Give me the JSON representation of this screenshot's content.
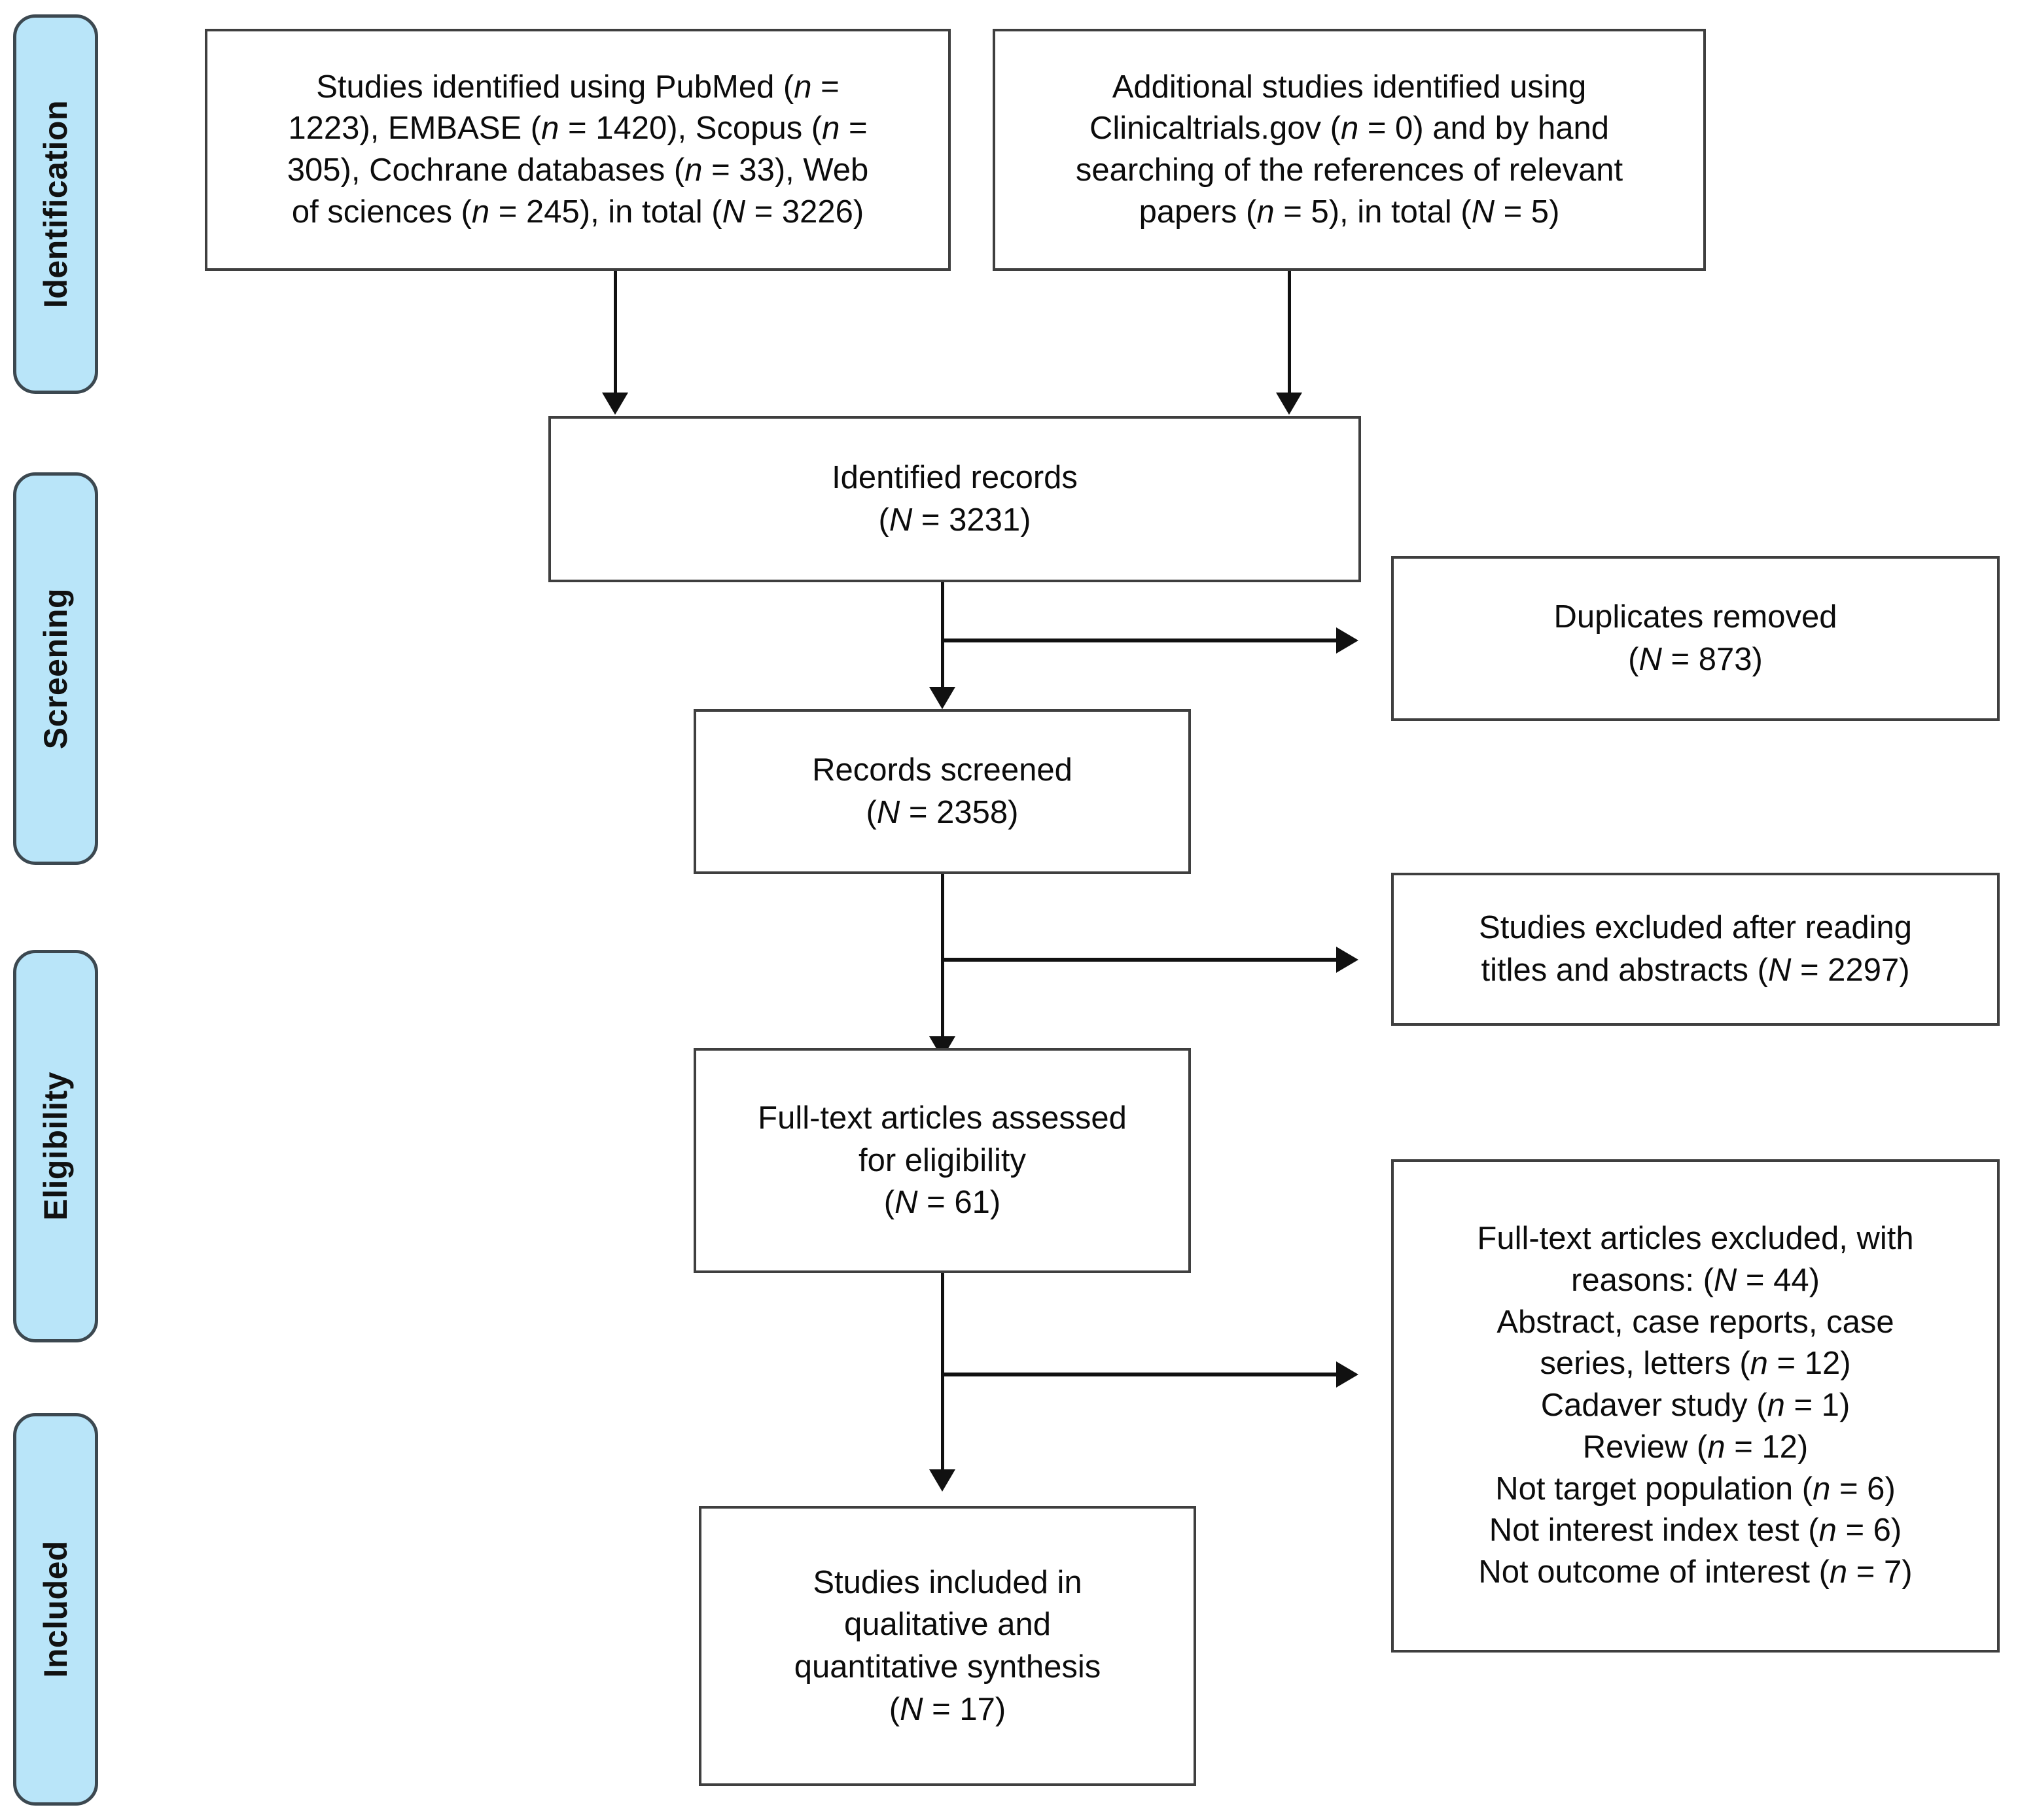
{
  "diagram": {
    "type": "prisma-flow-diagram",
    "stages": [
      {
        "id": "identification",
        "label": "Identification"
      },
      {
        "id": "screening",
        "label": "Screening"
      },
      {
        "id": "eligibility",
        "label": "Eligibility"
      },
      {
        "id": "included",
        "label": "Included"
      }
    ],
    "nodes": {
      "database_search": {
        "text": "Studies identified using PubMed (n = 1223), EMBASE (n = 1420), Scopus (n = 305), Cochrane databases (n = 33), Web of sciences (n = 245), in total (N = 3226)",
        "lines": [
          "Studies identified using PubMed (n =",
          "1223), EMBASE (n = 1420), Scopus (n =",
          "305), Cochrane databases (n = 33), Web",
          "of sciences (n = 245), in total (N = 3226)"
        ],
        "counts": {
          "PubMed": 1223,
          "EMBASE": 1420,
          "Scopus": 305,
          "Cochrane databases": 33,
          "Web of sciences": 245,
          "total": 3226
        }
      },
      "additional_search": {
        "text": "Additional studies identified using Clinicaltrials.gov (n = 0) and by hand searching of the references of relevant papers (n = 5), in total (N = 5)",
        "lines": [
          "Additional studies identified using",
          "Clinicaltrials.gov (n = 0) and by hand",
          "searching of the references of relevant",
          "papers (n = 5), in total (N = 5)"
        ],
        "counts": {
          "Clinicaltrials.gov": 0,
          "hand searching": 5,
          "total": 5
        }
      },
      "identified_records": {
        "title": "Identified records",
        "count_label": "(N = 3231)",
        "count": 3231
      },
      "duplicates_removed": {
        "title": "Duplicates removed",
        "count_label": "(N = 873)",
        "count": 873
      },
      "records_screened": {
        "title": "Records screened",
        "count_label": "(N = 2358)",
        "count": 2358
      },
      "excluded_titles_abstracts": {
        "lines": [
          "Studies excluded after reading",
          "titles and abstracts (N = 2297)"
        ],
        "count": 2297
      },
      "fulltext_assessed": {
        "lines": [
          "Full-text articles assessed",
          "for eligibility"
        ],
        "count_label": "(N = 61)",
        "count": 61
      },
      "fulltext_excluded": {
        "heading_lines": [
          "Full-text articles excluded, with",
          "reasons: (N = 44)"
        ],
        "total": 44,
        "reasons": [
          {
            "label": "Abstract, case reports, case series, letters",
            "n": 12,
            "lines": [
              "Abstract, case reports, case",
              "series, letters (n = 12)"
            ]
          },
          {
            "label": "Cadaver study",
            "n": 1,
            "lines": [
              "Cadaver study (n = 1)"
            ]
          },
          {
            "label": "Review",
            "n": 12,
            "lines": [
              "Review (n = 12)"
            ]
          },
          {
            "label": "Not target population",
            "n": 6,
            "lines": [
              "Not target population (n = 6)"
            ]
          },
          {
            "label": "Not interest index test",
            "n": 6,
            "lines": [
              "Not interest index test (n = 6)"
            ]
          },
          {
            "label": "Not outcome of interest",
            "n": 7,
            "lines": [
              "Not outcome of interest (n = 7)"
            ]
          }
        ]
      },
      "studies_included": {
        "lines": [
          "Studies included in",
          "qualitative and",
          "quantitative synthesis"
        ],
        "count_label": "(N = 17)",
        "count": 17
      }
    },
    "colors": {
      "stage_fill": "#b9e5f9",
      "stage_border": "#3c4850",
      "node_border": "#3f3f3f",
      "connector": "#111111",
      "background": "#ffffff"
    }
  }
}
